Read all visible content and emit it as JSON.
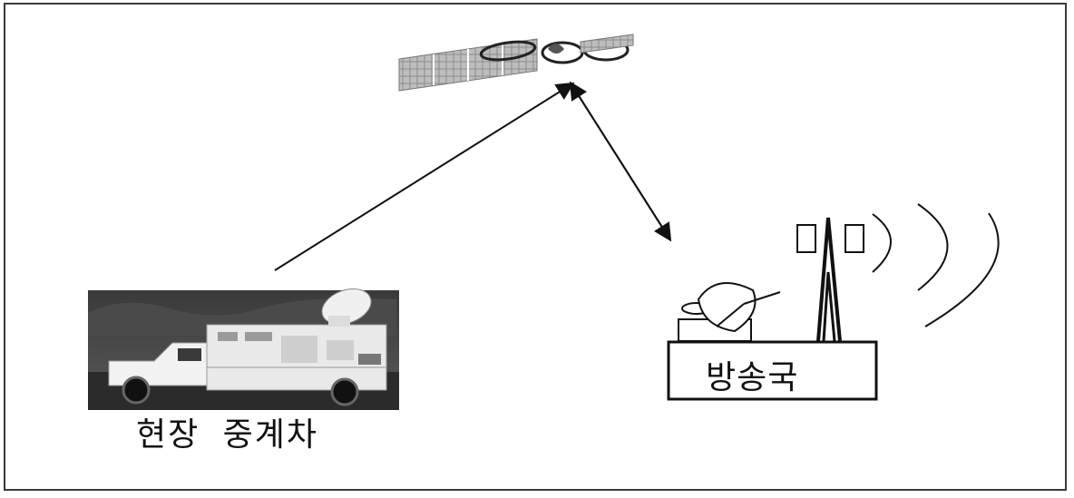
{
  "labels": {
    "van": "현장 중계차",
    "station": "방송국"
  },
  "icons": {
    "satellite": "satellite-icon",
    "van_photo": "broadcast-van-photo",
    "dish": "satellite-dish-icon",
    "tower": "transmission-tower-icon",
    "waves": "radio-waves-icon"
  },
  "colors": {
    "line": "#111111",
    "frame": "#3a3a3a",
    "photo_dark": "#2b2b2b"
  }
}
